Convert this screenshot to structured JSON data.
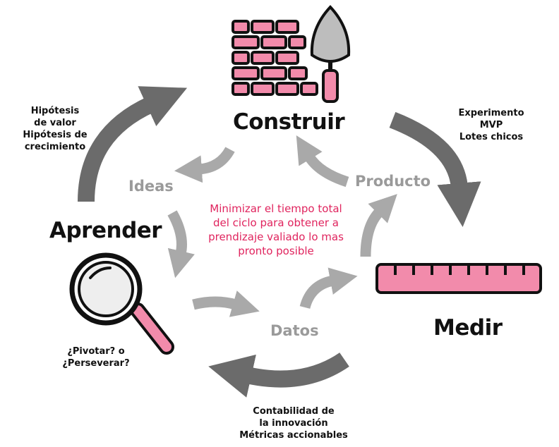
{
  "stages": {
    "construir": "Construir",
    "medir": "Medir",
    "aprender": "Aprender"
  },
  "outputs": {
    "producto": "Producto",
    "datos": "Datos",
    "ideas": "Ideas"
  },
  "center_message": [
    "Minimizar el tiempo total",
    "del ciclo para obtener a",
    "prendizaje valiado lo mas",
    "pronto posible"
  ],
  "notes": {
    "build_to_measure": [
      "Experimento",
      "MVP",
      "Lotes chicos"
    ],
    "measure_to_learn": [
      "Contabilidad de",
      "la innovación",
      "Métricas accionables"
    ],
    "learn_to_build": [
      "Hipótesis",
      "de valor",
      "Hipótesis de",
      "crecimiento"
    ],
    "learn_decision": [
      "¿Pivotar? o",
      "¿Perseverar?"
    ]
  },
  "colors": {
    "accent_pink": "#f28bab",
    "outline": "#111111",
    "big_arrow": "#6b6b6b",
    "small_arrow": "#a9a9a9",
    "center_text": "#e0245e"
  },
  "icons": {
    "construir": "brick-wall-trowel-icon",
    "medir": "ruler-icon",
    "aprender": "magnifying-glass-icon"
  }
}
